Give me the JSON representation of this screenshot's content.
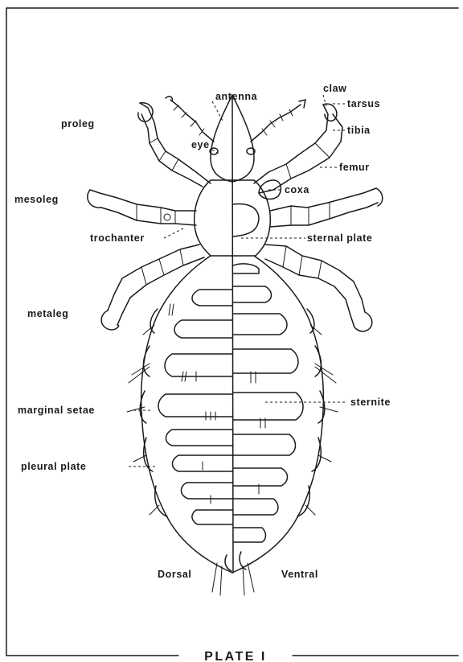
{
  "labels": {
    "antenna": "antenna",
    "claw": "claw",
    "tarsus": "tarsus",
    "tibia": "tibia",
    "proleg": "proleg",
    "eye": "eye",
    "femur": "femur",
    "coxa": "coxa",
    "mesoleg": "mesoleg",
    "trochanter": "trochanter",
    "sternal_plate": "sternal plate",
    "metaleg": "metaleg",
    "marginal_setae": "marginal setae",
    "sternite": "sternite",
    "pleural_plate": "pleural plate",
    "dorsal": "Dorsal",
    "ventral": "Ventral"
  },
  "caption": "PLATE I"
}
